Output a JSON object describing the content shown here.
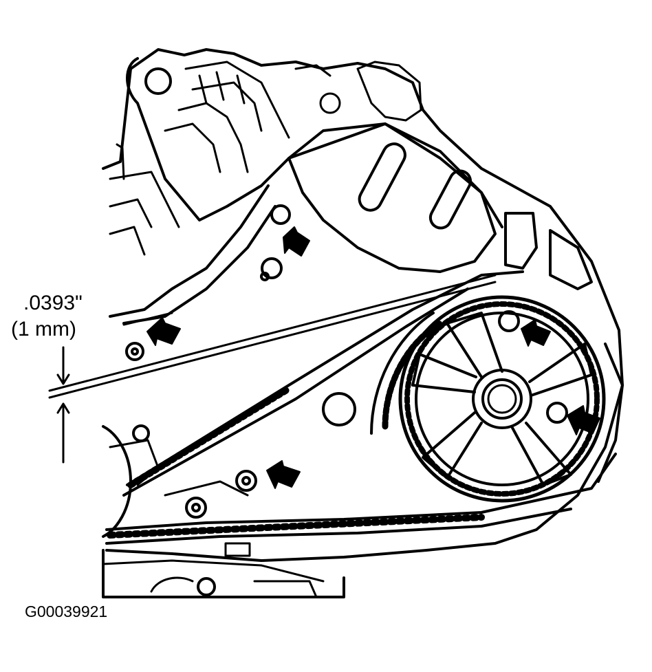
{
  "annotations": {
    "clearance_inch": ".0393\"",
    "clearance_mm": "(1 mm)",
    "figure_code": "G00039921"
  },
  "colors": {
    "line": "#000000",
    "background": "#ffffff"
  },
  "arrow_count": 5
}
